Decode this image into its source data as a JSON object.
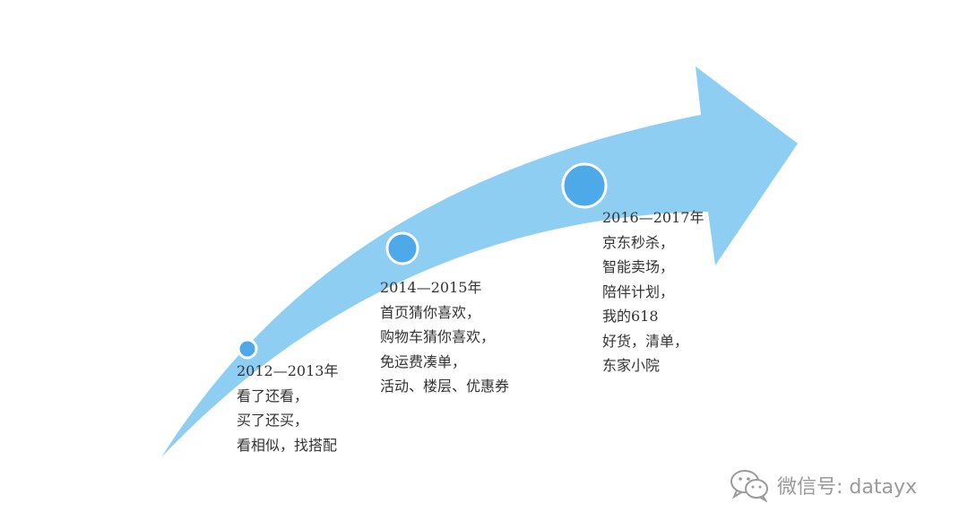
{
  "colors": {
    "arrow": "#8ecef2",
    "node_fill": "#4da9e8",
    "node_ring": "#ffffff",
    "text": "#333333",
    "watermark": "#9a9a9a"
  },
  "milestones": [
    {
      "period": "2012—2013年",
      "lines": [
        "看了还看，",
        "买了还买，",
        "看相似，找搭配"
      ]
    },
    {
      "period": "2014—2015年",
      "lines": [
        "首页猜你喜欢，",
        "购物车猜你喜欢，",
        "免运费凑单，",
        "活动、楼层、优惠券"
      ]
    },
    {
      "period": "2016—2017年",
      "lines": [
        "京东秒杀，",
        "智能卖场，",
        "陪伴计划，",
        "我的618",
        "好货，清单，",
        "东家小院"
      ]
    }
  ],
  "watermark": {
    "icon": "wechat-icon",
    "text": "微信号: datayx"
  }
}
